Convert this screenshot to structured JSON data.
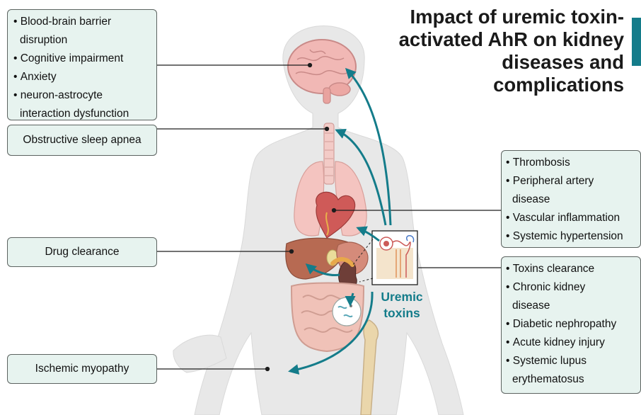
{
  "title": "Impact of uremic toxin-activated AhR on kidney diseases and complications",
  "colors": {
    "accent": "#147c8a",
    "box_fill": "#e7f3ef",
    "box_border": "#5c6360",
    "silhouette": "#e6e6e6"
  },
  "boxes": {
    "brain": {
      "items": [
        {
          "lines": [
            "Blood-brain barrier",
            "disruption"
          ]
        },
        {
          "lines": [
            "Cognitive impairment"
          ]
        },
        {
          "lines": [
            "Anxiety"
          ]
        },
        {
          "lines": [
            "neuron-astrocyte",
            "interaction dysfunction"
          ]
        }
      ]
    },
    "airway": {
      "label": "Obstructive sleep apnea"
    },
    "liver": {
      "label": "Drug clearance"
    },
    "muscle": {
      "label": "Ischemic myopathy"
    },
    "cardio": {
      "items": [
        {
          "lines": [
            "Thrombosis"
          ]
        },
        {
          "lines": [
            "Peripheral artery",
            "disease"
          ]
        },
        {
          "lines": [
            "Vascular inflammation"
          ]
        },
        {
          "lines": [
            "Systemic hypertension"
          ]
        }
      ]
    },
    "kidney": {
      "items": [
        {
          "lines": [
            "Toxins clearance"
          ]
        },
        {
          "lines": [
            "Chronic kidney",
            "disease"
          ]
        },
        {
          "lines": [
            "Diabetic nephropathy"
          ]
        },
        {
          "lines": [
            "Acute kidney injury"
          ]
        },
        {
          "lines": [
            "Systemic lupus",
            "erythematosus"
          ]
        }
      ]
    }
  },
  "center_label": {
    "line1": "Uremic",
    "line2": "toxins"
  }
}
